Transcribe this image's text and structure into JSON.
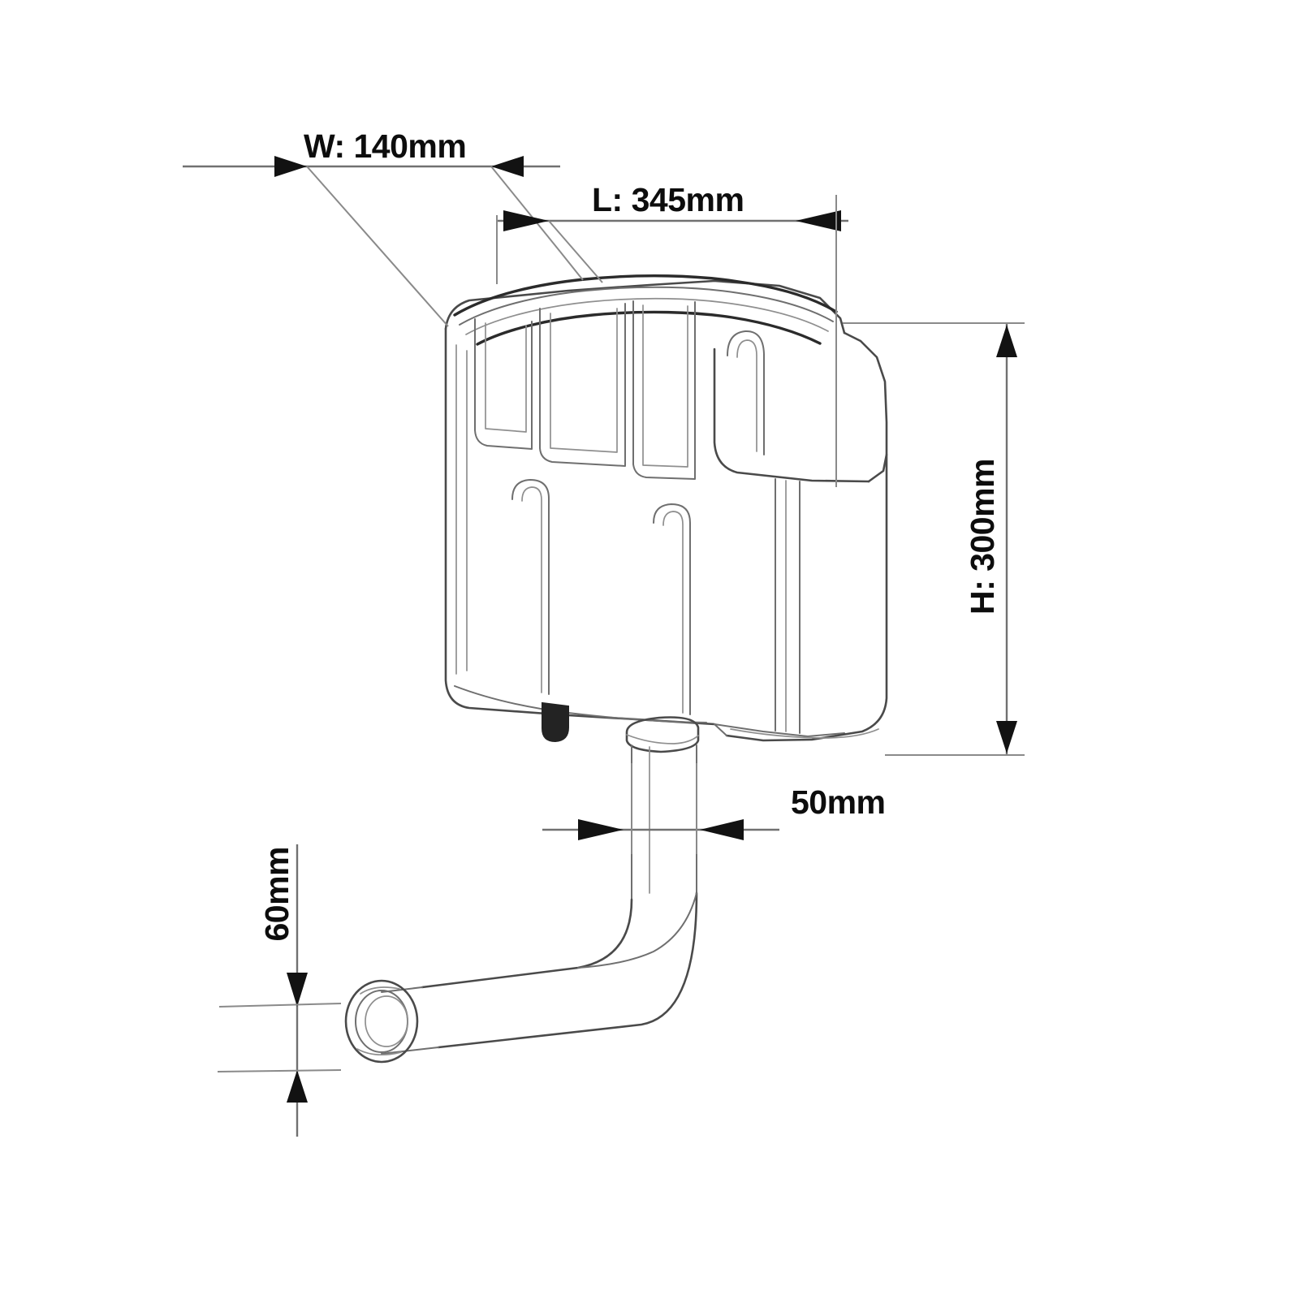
{
  "drawing": {
    "title": "Concealed Cistern Dimension Drawing",
    "subject": "concealed toilet cistern with flush pipe elbow",
    "background_color": "#ffffff",
    "line_color": "#4a4a4a",
    "dimension_line_color": "#6e6e6e",
    "text_color": "#0d0d0d"
  },
  "dimensions": {
    "width": {
      "id": "w-dimension",
      "label": "W: 140mm",
      "value": 140,
      "unit": "mm",
      "prefix": "W",
      "orientation": "horizontal",
      "describes": "cistern depth / width at top"
    },
    "length": {
      "id": "l-dimension",
      "label": "L: 345mm",
      "value": 345,
      "unit": "mm",
      "prefix": "L",
      "orientation": "horizontal",
      "describes": "cistern length across the front"
    },
    "height": {
      "id": "h-dimension",
      "label": "H: 300mm",
      "value": 300,
      "unit": "mm",
      "prefix": "H",
      "orientation": "vertical",
      "describes": "cistern body height"
    },
    "outlet": {
      "id": "outlet-dimension",
      "label": "50mm",
      "value": 50,
      "unit": "mm",
      "orientation": "horizontal",
      "describes": "flush pipe vertical leg diameter"
    },
    "pipe_end": {
      "id": "pipe-end-dimension",
      "label": "60mm",
      "value": 60,
      "unit": "mm",
      "orientation": "vertical",
      "describes": "flush pipe outlet collar diameter"
    }
  },
  "parts": [
    {
      "id": "cistern-body",
      "name": "cistern-body",
      "description": "rounded rectangular concealed cistern tank"
    },
    {
      "id": "cistern-lid",
      "name": "cistern-lid",
      "description": "ribbed top lid with access slots"
    },
    {
      "id": "side-ribs",
      "name": "cistern-side-ribs",
      "description": "vertical reinforcing ribs on the tank face"
    },
    {
      "id": "inlet-nub",
      "name": "inlet-valve-nub",
      "description": "dark filled inlet connection stub bottom left"
    },
    {
      "id": "flush-pipe",
      "name": "flush-pipe",
      "description": "vertical flush pipe leg with 90 degree elbow"
    },
    {
      "id": "pipe-collar",
      "name": "pipe-collar-ring",
      "description": "ring collar fitting at the flush pipe outlet"
    }
  ]
}
